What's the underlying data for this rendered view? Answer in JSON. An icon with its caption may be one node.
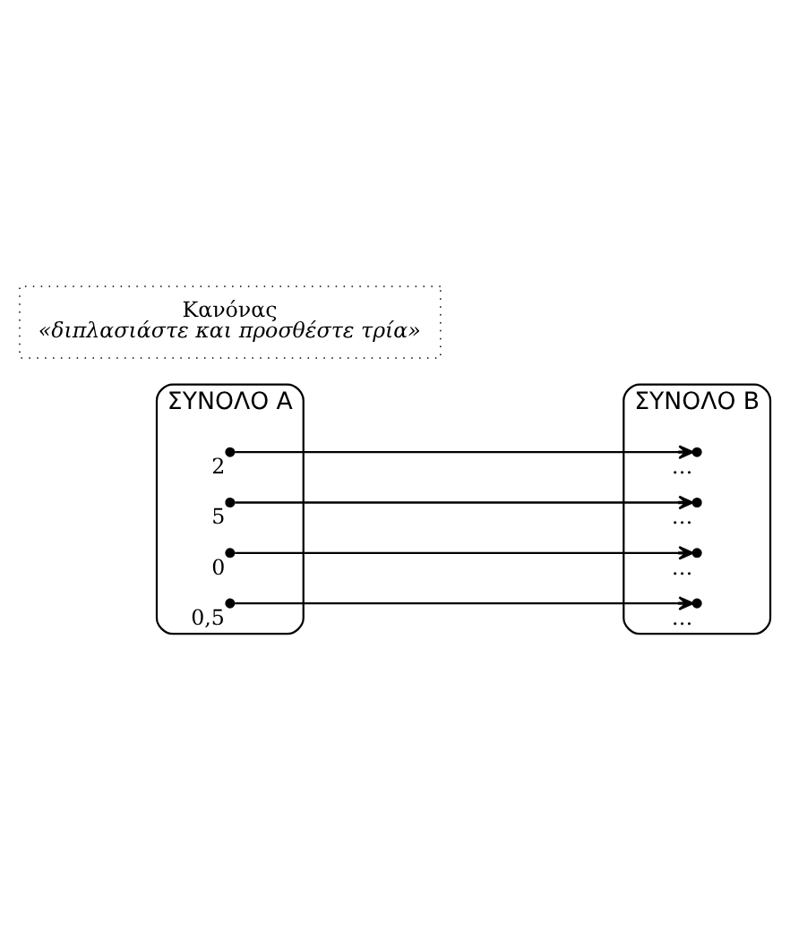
{
  "diagram": {
    "nodes": [
      {
        "text": [
          "ΣΥΝΟΛΟ Α"
        ]
      },
      {
        "text": [],
        "shape": "circle",
        "in": 0,
        "beside": [
          "2"
        ]
      },
      {
        "text": [],
        "shape": "circle",
        "in": 0,
        "beside": [
          "5"
        ]
      },
      {
        "text": [],
        "shape": "circle",
        "in": 0,
        "beside": [
          "0"
        ]
      },
      {
        "text": [],
        "shape": "circle",
        "in": 0,
        "beside": [
          "0,5"
        ]
      },
      {
        "text": [
          "ΣΥΝΟΛΟ Β"
        ]
      },
      {
        "text": [],
        "shape": "circle",
        "in": 5,
        "beside": [
          "…"
        ]
      },
      {
        "text": [],
        "shape": "circle",
        "in": 5,
        "beside": [
          "…"
        ]
      },
      {
        "text": [],
        "shape": "circle",
        "in": 5,
        "beside": [
          "…"
        ]
      },
      {
        "text": [],
        "shape": "circle",
        "in": 5,
        "beside": [
          "…"
        ]
      },
      {
        "text": [
          "Κανόνας",
          "«διπλασιάστε και προσθέστε τρία»"
        ]
      }
    ],
    "edges": [
      {
        "from": 1,
        "to": 6,
        "arrow": "to"
      },
      {
        "from": 2,
        "to": 7,
        "arrow": "to"
      },
      {
        "from": 3,
        "to": 8,
        "arrow": "to"
      },
      {
        "from": 4,
        "to": 9,
        "arrow": "to"
      }
    ]
  }
}
